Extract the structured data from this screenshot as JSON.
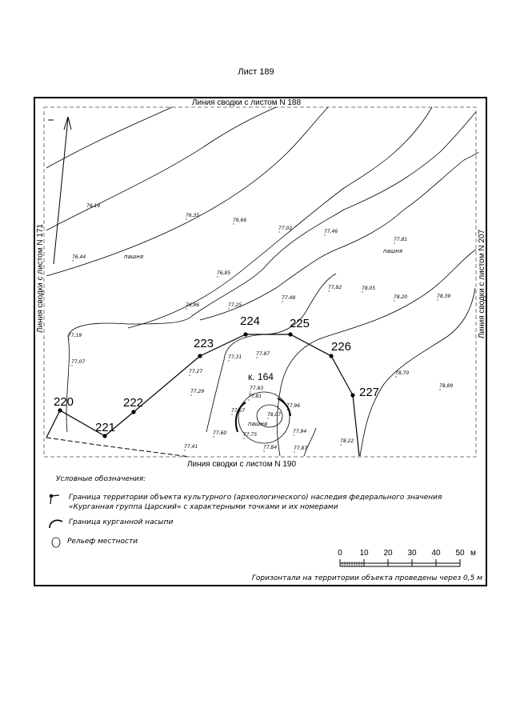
{
  "sheet_title": "Лист 189",
  "edges": {
    "top": "Линия сводки с листом N 188",
    "bottom": "Линия сводки с листом N 190",
    "left": "Линия сводки с листом N 171",
    "right": "Линия сводки с листом N 207"
  },
  "mound_label": "к. 164",
  "field_label": "пашня",
  "boundary_points": [
    "220",
    "221",
    "222",
    "223",
    "224",
    "225",
    "226",
    "227"
  ],
  "elevations": [
    "76,19",
    "76,44",
    "76,35",
    "76,66",
    "76,85",
    "77,02",
    "77,46",
    "77,81",
    "76,96",
    "77,25",
    "77,48",
    "77,82",
    "78,05",
    "78,20",
    "78,39",
    "77,19",
    "77,07",
    "77,31",
    "77,87",
    "77,27",
    "77,29",
    "77,67",
    "77,93",
    "77,81",
    "78,07",
    "77,96",
    "77,75",
    "77,60",
    "77,94",
    "77,41",
    "77,84",
    "77,87",
    "78,22",
    "78,70",
    "78,89"
  ],
  "legend": {
    "title": "Условные обозначения:",
    "item1_line1": "Граница территории объекта культурного (археологического) наследия федерального значения",
    "item1_line2": "«Курганная группа Царский» с характерными точками и их номерами",
    "item2": "Граница курганной насыпи",
    "item3": "Рельеф местности"
  },
  "scale": {
    "ticks": [
      "0",
      "10",
      "20",
      "30",
      "40",
      "50"
    ],
    "unit": "м"
  },
  "contour_note": "Горизонтали на территории объекта проведены через 0,5 м"
}
